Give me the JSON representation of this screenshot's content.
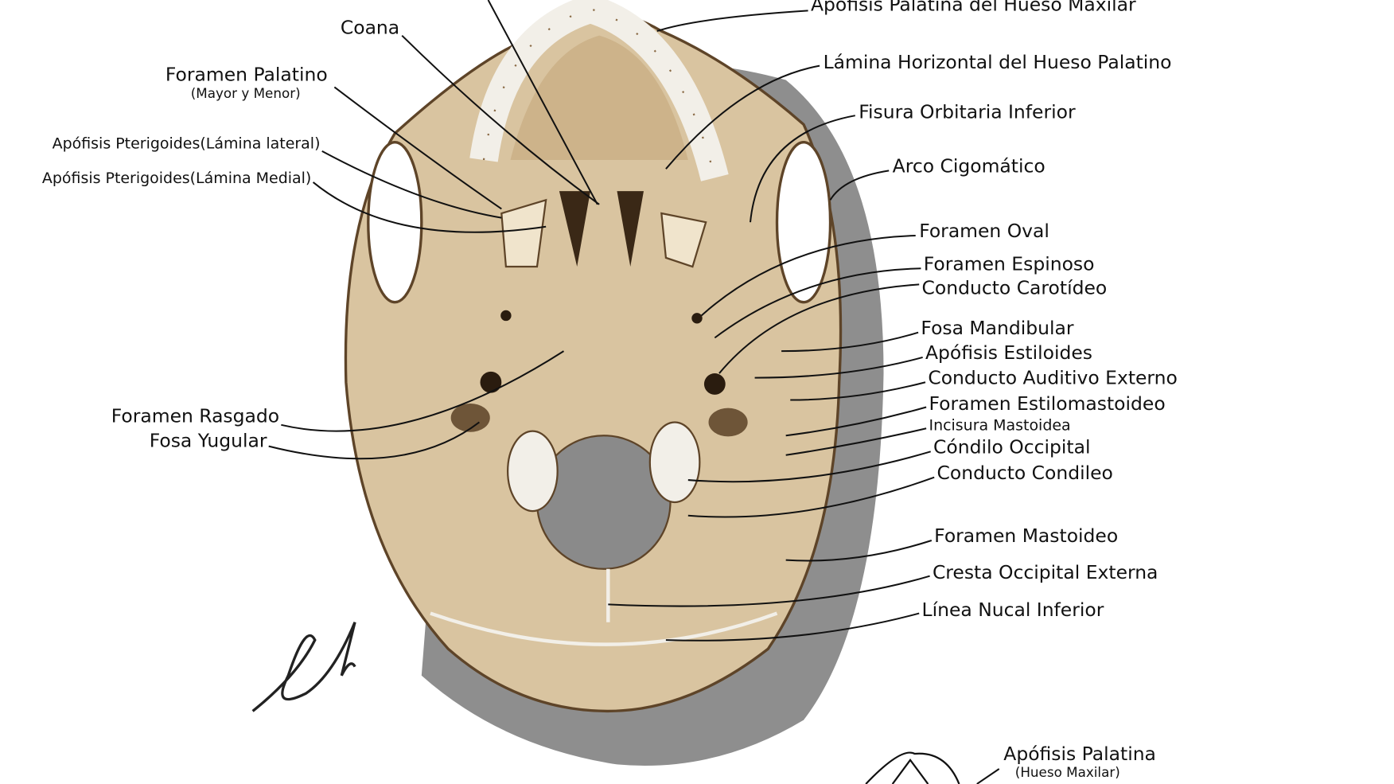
{
  "labels_left": {
    "coana": "Coana",
    "foramen_palatino": "Foramen Palatino",
    "foramen_palatino_sub": "(Mayor y Menor)",
    "pterigoides_lateral": "Apófisis Pterigoides(Lámina lateral)",
    "pterigoides_medial": "Apófisis Pterigoides(Lámina Medial)",
    "foramen_rasgado": "Foramen Rasgado",
    "fosa_yugular": "Fosa Yugular"
  },
  "labels_right": {
    "apofisis_palatina_maxilar": "Apófisis Palatina del Hueso Maxilar",
    "lamina_horizontal": "Lámina Horizontal del Hueso Palatino",
    "fisura_orbitaria": "Fisura Orbitaria Inferior",
    "arco_cigomatico": "Arco Cigomático",
    "foramen_oval": "Foramen Oval",
    "foramen_espinoso": "Foramen Espinoso",
    "conducto_carotideo": "Conducto Carotídeo",
    "fosa_mandibular": "Fosa Mandibular",
    "apofisis_estiloides": "Apófisis Estiloides",
    "conducto_auditivo": "Conducto Auditivo Externo",
    "foramen_estilomastoideo": "Foramen Estilomastoideo",
    "incisura_mastoidea": "Incisura Mastoidea",
    "condilo_occipital": "Cóndilo Occipital",
    "conducto_condileo": "Conducto Condileo",
    "foramen_mastoideo": "Foramen Mastoideo",
    "cresta_occipital": "Cresta Occipital Externa",
    "linea_nucal": "Línea Nucal Inferior"
  },
  "inset": {
    "label": "Apófisis Palatina",
    "sub": "(Hueso Maxilar)"
  },
  "colors": {
    "bone": "#d9c4a0",
    "bone_dark": "#8a6a45",
    "shadow": "#7a7a7a",
    "teeth": "#f2efe8"
  }
}
